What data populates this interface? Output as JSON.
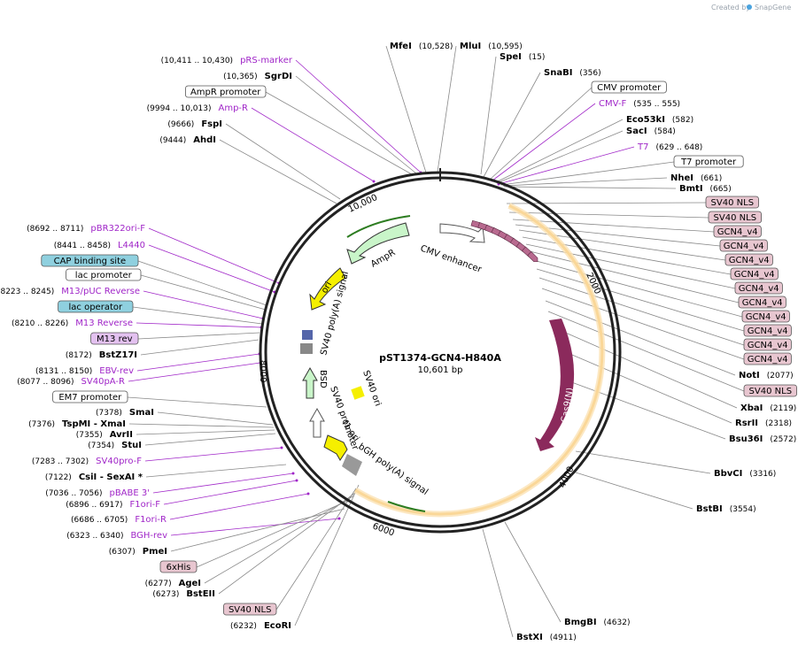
{
  "credit": {
    "prefix": "Created by",
    "brand": "SnapGene"
  },
  "plasmid": {
    "name": "pST1374-GCN4-H840A",
    "size": "10,601 bp"
  },
  "colors": {
    "primer": "#a026c8",
    "feature_pink": "#e8c6d0",
    "feature_cyan": "#8fd0df",
    "feature_orange": "#f2a82a",
    "cas9": "#8b2a5c",
    "ampr": "#c9f5c9",
    "ori": "#f5ef00",
    "arrow_green": "#2e7d22"
  },
  "ticks": [
    "10,000",
    "2000",
    "4000",
    "6000",
    "8000"
  ],
  "map_labels": {
    "cmv_enhancer": "CMV enhancer",
    "ampr": "AmpR",
    "ori": "ori",
    "sv40_polya": "SV40 poly(A) signal",
    "bsd": "BSD",
    "sv40_promoter": "SV40 promoter",
    "f1_ori": "f1 ori",
    "bgh_polya": "bGH poly(A) signal",
    "sv40_ori": "SV40 ori",
    "cas9": "Cas9(N)"
  },
  "right_labels": [
    {
      "pos": "(10,528)",
      "name": "MfeI",
      "t": "enzyme"
    },
    {
      "name": "MluI",
      "pos": "(10,595)",
      "t": "enzyme"
    },
    {
      "name": "SpeI",
      "pos": "(15)",
      "t": "enzyme"
    },
    {
      "name": "SnaBI",
      "pos": "(356)",
      "t": "enzyme"
    },
    {
      "name": "CMV promoter",
      "t": "box"
    },
    {
      "name": "CMV-F",
      "pos": "(535 .. 555)",
      "t": "primer"
    },
    {
      "name": "Eco53kI",
      "pos": "(582)",
      "t": "enzyme"
    },
    {
      "name": "SacI",
      "pos": "(584)",
      "t": "enzyme"
    },
    {
      "name": "T7",
      "pos": "(629 .. 648)",
      "t": "primer"
    },
    {
      "name": "T7 promoter",
      "t": "box"
    },
    {
      "name": "NheI",
      "pos": "(661)",
      "t": "enzyme"
    },
    {
      "name": "BmtI",
      "pos": "(665)",
      "t": "enzyme"
    },
    {
      "name": "SV40 NLS",
      "t": "pink"
    },
    {
      "name": "SV40 NLS",
      "t": "pink"
    },
    {
      "name": "GCN4_v4",
      "t": "pink"
    },
    {
      "name": "GCN4_v4",
      "t": "pink"
    },
    {
      "name": "GCN4_v4",
      "t": "pink"
    },
    {
      "name": "GCN4_v4",
      "t": "pink"
    },
    {
      "name": "GCN4_v4",
      "t": "pink"
    },
    {
      "name": "GCN4_v4",
      "t": "pink"
    },
    {
      "name": "GCN4_v4",
      "t": "pink"
    },
    {
      "name": "GCN4_v4",
      "t": "pink"
    },
    {
      "name": "GCN4_v4",
      "t": "pink"
    },
    {
      "name": "GCN4_v4",
      "t": "pink"
    },
    {
      "name": "NotI",
      "pos": "(2077)",
      "t": "enzyme"
    },
    {
      "name": "SV40 NLS",
      "t": "pink"
    },
    {
      "name": "XbaI",
      "pos": "(2119)",
      "t": "enzyme"
    },
    {
      "name": "RsrII",
      "pos": "(2318)",
      "t": "enzyme"
    },
    {
      "name": "Bsu36I",
      "pos": "(2572)",
      "t": "enzyme"
    },
    {
      "name": "BbvCI",
      "pos": "(3316)",
      "t": "enzyme"
    },
    {
      "name": "BstBI",
      "pos": "(3554)",
      "t": "enzyme"
    },
    {
      "name": "BmgBI",
      "pos": "(4632)",
      "t": "enzyme"
    },
    {
      "name": "BstXI",
      "pos": "(4911)",
      "t": "enzyme"
    }
  ],
  "left_labels": [
    {
      "pos": "(10,411 .. 10,430)",
      "name": "pRS-marker",
      "t": "primer"
    },
    {
      "pos": "(10,365)",
      "name": "SgrDI",
      "t": "enzyme"
    },
    {
      "name": "AmpR promoter",
      "t": "box"
    },
    {
      "pos": "(9994 .. 10,013)",
      "name": "Amp-R",
      "t": "primer"
    },
    {
      "pos": "(9666)",
      "name": "FspI",
      "t": "enzyme"
    },
    {
      "pos": "(9444)",
      "name": "AhdI",
      "t": "enzyme"
    },
    {
      "pos": "(8692 .. 8711)",
      "name": "pBR322ori-F",
      "t": "primer"
    },
    {
      "pos": "(8441 .. 8458)",
      "name": "L4440",
      "t": "primer"
    },
    {
      "name": "CAP binding site",
      "t": "cyan"
    },
    {
      "name": "lac promoter",
      "t": "box"
    },
    {
      "pos": "(8223 .. 8245)",
      "name": "M13/pUC Reverse",
      "t": "primer"
    },
    {
      "name": "lac operator",
      "t": "cyan"
    },
    {
      "pos": "(8210 .. 8226)",
      "name": "M13 Reverse",
      "t": "primer"
    },
    {
      "name": "M13 rev",
      "t": "violet"
    },
    {
      "pos": "(8172)",
      "name": "BstZ17I",
      "t": "enzyme"
    },
    {
      "pos": "(8131 .. 8150)",
      "name": "EBV-rev",
      "t": "primer"
    },
    {
      "pos": "(8077 .. 8096)",
      "name": "SV40pA-R",
      "t": "primer"
    },
    {
      "name": "EM7 promoter",
      "t": "box"
    },
    {
      "pos": "(7378)",
      "name": "SmaI",
      "t": "enzyme"
    },
    {
      "pos": "(7376)",
      "name": "TspMI  - XmaI",
      "t": "enzyme"
    },
    {
      "pos": "(7355)",
      "name": "AvrII",
      "t": "enzyme"
    },
    {
      "pos": "(7354)",
      "name": "StuI",
      "t": "enzyme"
    },
    {
      "pos": "(7283 .. 7302)",
      "name": "SV40pro-F",
      "t": "primer"
    },
    {
      "pos": "(7122)",
      "name": "CsiI  - SexAI *",
      "t": "enzyme"
    },
    {
      "pos": "(7036 .. 7056)",
      "name": "pBABE 3'",
      "t": "primer"
    },
    {
      "pos": "(6896 .. 6917)",
      "name": "F1ori-F",
      "t": "primer"
    },
    {
      "pos": "(6686 .. 6705)",
      "name": "F1ori-R",
      "t": "primer"
    },
    {
      "pos": "(6323 .. 6340)",
      "name": "BGH-rev",
      "t": "primer"
    },
    {
      "pos": "(6307)",
      "name": "PmeI",
      "t": "enzyme"
    },
    {
      "name": "6xHis",
      "t": "pink"
    },
    {
      "pos": "(6277)",
      "name": "AgeI",
      "t": "enzyme"
    },
    {
      "pos": "(6273)",
      "name": "BstEII",
      "t": "enzyme"
    },
    {
      "name": "SV40 NLS",
      "t": "pink"
    },
    {
      "pos": "(6232)",
      "name": "EcoRI",
      "t": "enzyme"
    }
  ]
}
